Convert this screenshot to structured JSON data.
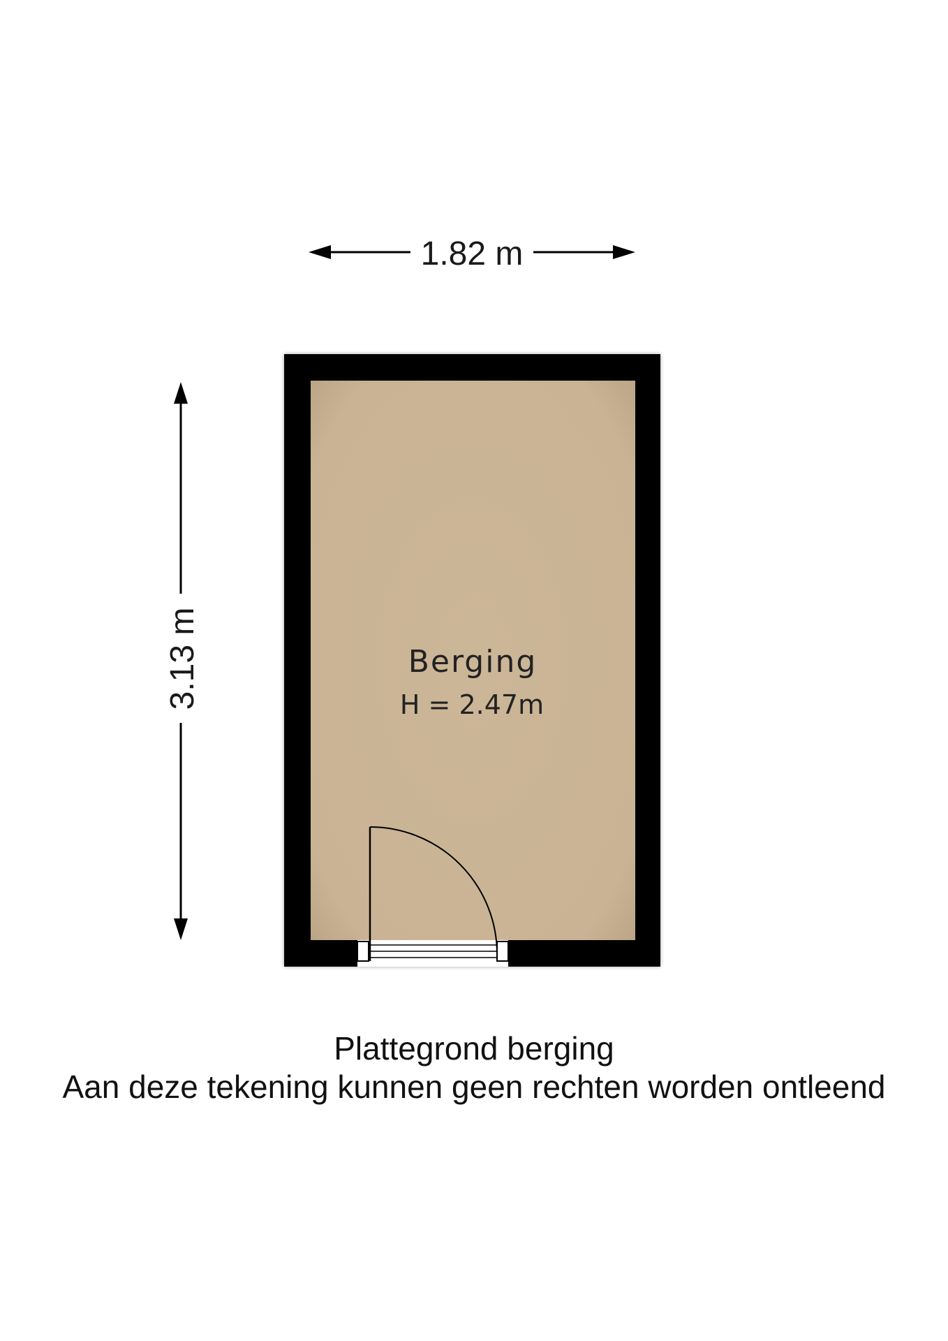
{
  "drawing": {
    "width_label": "1.82 m",
    "length_label": "3.13 m",
    "room": {
      "name": "Berging",
      "height_label": "H = 2.47m"
    }
  },
  "caption": {
    "title": "Plattegrond berging",
    "disclaimer": "Aan deze tekening kunnen geen rechten worden ontleend"
  },
  "colors": {
    "wall": "#000000",
    "floor": "#cbb597",
    "background": "#ffffff",
    "text": "#1a1a1a"
  }
}
